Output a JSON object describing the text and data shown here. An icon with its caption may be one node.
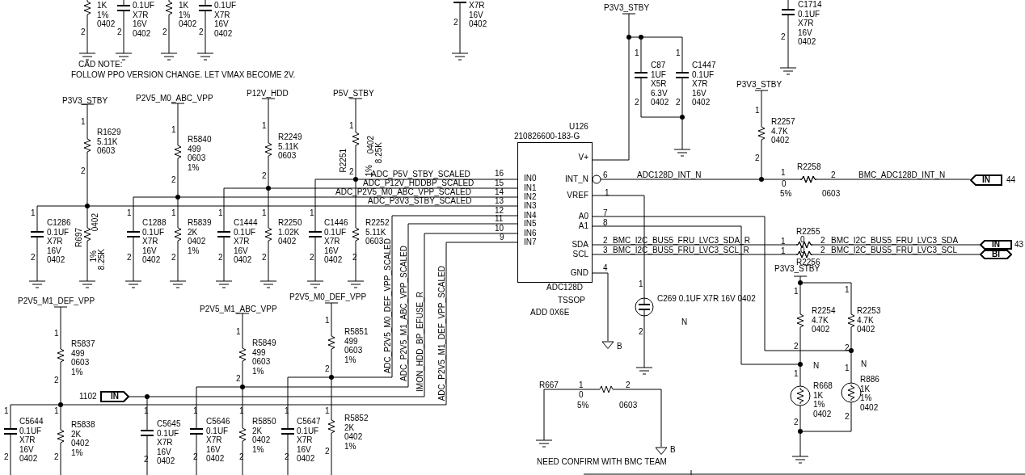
{
  "diagram": {
    "nodes": [
      {
        "text": [
          "U126",
          "210826600-183-G",
          "IN0",
          "IN1",
          "IN2",
          "IN3",
          "IN4",
          "IN5",
          "IN6",
          "IN7",
          "V+",
          "INT_N",
          "VREF",
          "A0",
          "A1",
          "SDA",
          "SCL",
          "GND"
        ],
        "beside": [
          "ADC128D",
          "TSSOP",
          "ADD 0X6E"
        ]
      },
      {
        "text": [
          "IN"
        ],
        "beside": [
          "44"
        ]
      },
      {
        "text": [
          "IN"
        ],
        "beside": [
          "43"
        ]
      },
      {
        "text": [
          "BI"
        ]
      },
      {
        "text": [
          "IN"
        ],
        "beside": [
          "1102"
        ]
      },
      {
        "text": [],
        "shape": "circle",
        "beside": [
          "C269 0.1UF X7R 16V 0402"
        ]
      },
      {
        "text": [],
        "shape": "triangle",
        "beside": [
          "B"
        ]
      },
      {
        "text": [],
        "shape": "triangle",
        "beside": [
          "B"
        ]
      }
    ],
    "edges": [
      {
        "from": 4,
        "to": 0,
        "arrow": "none"
      },
      {
        "from": 0,
        "to": 1,
        "arrow": "other"
      },
      {
        "from": 0,
        "to": 2,
        "arrow": "none"
      },
      {
        "from": 0,
        "to": 3,
        "arrow": "none"
      },
      {
        "from": 0,
        "to": 5,
        "arrow": "none"
      },
      {
        "from": 0,
        "to": 6,
        "arrow": "none"
      }
    ],
    "labels": [
      "1K 1% 0402",
      "2",
      "0.1UF X7R 16V 0402",
      "2",
      "1K 1% 0402",
      "2",
      "0.1UF X7R 16V 0402",
      "2",
      "X7R 16V 0402",
      "2",
      "P3V3_STBY",
      "C1714 0.1UF X7R 16V 0402",
      "2",
      "1",
      "C87 1UF X5R 6.3V 0402",
      "2",
      "1",
      "C1447 0.1UF X7R 16V 0402",
      "2",
      "CAD NOTE:",
      "FOLLOW PPO VERSION CHANGE. LET VMAX BECOME 2V.",
      "P3V3_STBY",
      "P3V3_STBY",
      "P2V5_M0_ABC_VPP",
      "P12V_HDD",
      "P5V_STBY",
      "1",
      "R2257 4.7K 0402",
      "1",
      "R1629 5.11K 0603",
      "1",
      "R5840 499 0603 1%",
      "1",
      "R2249 5.11K 0603",
      "1",
      "R2251",
      "0402",
      "8.25K",
      "1%",
      "2",
      "2",
      "2",
      "2",
      "2",
      "ADC_P5V_STBY_SCALED",
      "16",
      "6",
      "ADC128D_INT_N",
      "1",
      "R2258",
      "2",
      "BMC_ADC128D_INT_N",
      "0",
      "5%",
      "0603",
      "ADC_P12V_HDDBP_SCALED",
      "15",
      "ADC_P2V5_M0_ABC_VPP_SCALED",
      "14",
      "1",
      "ADC_P3V3_STBY_SCALED",
      "13",
      "12",
      "7",
      "11",
      "8",
      "10",
      "9",
      "1",
      "1",
      "1",
      "1",
      "1",
      "1",
      "C1286 0.1UF X7R 16V 0402",
      "R697",
      "0402",
      "C1288 0.1UF X7R 16V 0402",
      "R5839 2K 0402 1%",
      "C1444 0.1UF X7R 16V 0402",
      "R2250 1.02K 0402",
      "C1446 0.1UF X7R 16V 0402",
      "R2252 5.11K 0603",
      "R2255",
      "2",
      "BMC_I2C_BUS5_FRU_LVC3_SDA_R",
      "1",
      "0",
      "2",
      "BMC_I2C_BUS5_FRU_LVC3_SDA",
      "3",
      "BMC_I2C_BUS5_FRU_LVC3_SCL_R",
      "1",
      "0",
      "2",
      "BMC_I2C_BUS5_FRU_LVC3_SCL",
      "R2256",
      "2",
      "1%",
      "8.25K",
      "2",
      "2",
      "2",
      "2",
      "2",
      "2",
      "4",
      "P3V3_STBY",
      "1",
      "1",
      "1",
      "P2V5_M1_DEF_VPP",
      "P2V5_M0_DEF_VPP",
      "P2V5_M1_ABC_VPP",
      "R2254 4.7K 0402",
      "R2253 4.7K 0402",
      "1",
      "N",
      "ADC_P2V5_M0_DEF_VPP_SCALED",
      "ADC_P2V5_M1_ABC_VPP_SCALED",
      "IMON_HDD_BP_EFUSE_R",
      "ADC_P2V5_M1_DEF_VPP_SCALED",
      "1",
      "1",
      "R5851 499 0603 1%",
      "2",
      "R5837 499 0603 1%",
      "R5849 499 0603 1%",
      "2",
      "2",
      "2",
      "N",
      "1",
      "N",
      "2",
      "2",
      "1",
      "R886 1K 1% 0402",
      "R667",
      "1",
      "2",
      "R668 1K 1% 0402",
      "0",
      "5%",
      "0603",
      "1",
      "1",
      "1",
      "1",
      "1",
      "1",
      "1",
      "C5644 0.1UF X7R 16V 0402",
      "R5838 2K 0402 1%",
      "C5645 0.1UF X7R 16V 0402",
      "C5646 0.1UF X7R 16V 0402",
      "R5850 2K 0402 1%",
      "C5647 0.1UF X7R 16V 0402",
      "R5852 2K 0402 1%",
      "2",
      "2",
      "2",
      "2",
      "2",
      "2",
      "2",
      "2",
      "2",
      "NEED CONFIRM WITH BMC TEAM"
    ]
  }
}
